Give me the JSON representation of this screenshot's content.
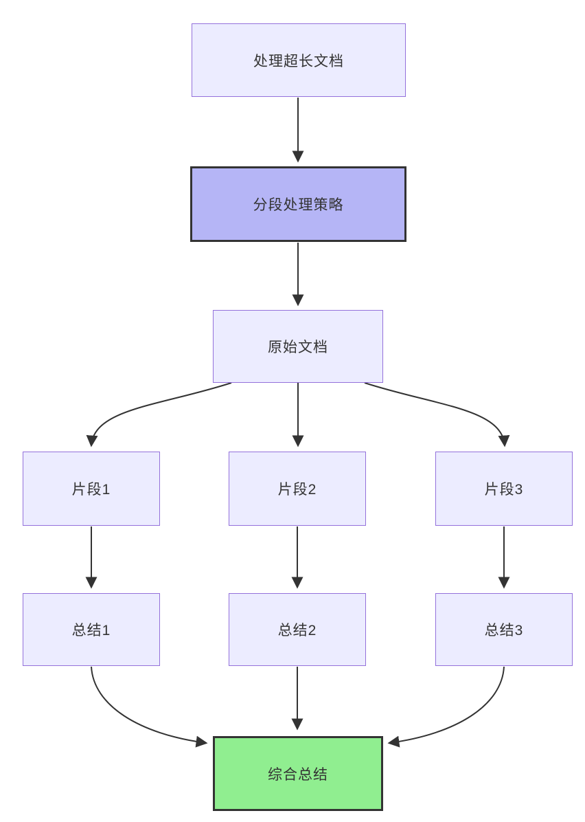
{
  "diagram": {
    "type": "flowchart",
    "direction": "top-down",
    "background": "#FFFFFF",
    "nodes": [
      {
        "id": "A",
        "label": "处理超长文档",
        "style": "default"
      },
      {
        "id": "B",
        "label": "分段处理策略",
        "style": "emphasis"
      },
      {
        "id": "C",
        "label": "原始文档",
        "style": "default"
      },
      {
        "id": "D1",
        "label": "片段1",
        "style": "default"
      },
      {
        "id": "D2",
        "label": "片段2",
        "style": "default"
      },
      {
        "id": "D3",
        "label": "片段3",
        "style": "default"
      },
      {
        "id": "E1",
        "label": "总结1",
        "style": "default"
      },
      {
        "id": "E2",
        "label": "总结2",
        "style": "default"
      },
      {
        "id": "E3",
        "label": "总结3",
        "style": "default"
      },
      {
        "id": "F",
        "label": "综合总结",
        "style": "success"
      }
    ],
    "edges": [
      {
        "from": "A",
        "to": "B"
      },
      {
        "from": "B",
        "to": "C"
      },
      {
        "from": "C",
        "to": "D1"
      },
      {
        "from": "C",
        "to": "D2"
      },
      {
        "from": "C",
        "to": "D3"
      },
      {
        "from": "D1",
        "to": "E1"
      },
      {
        "from": "D2",
        "to": "E2"
      },
      {
        "from": "D3",
        "to": "E3"
      },
      {
        "from": "E1",
        "to": "F"
      },
      {
        "from": "E2",
        "to": "F"
      },
      {
        "from": "E3",
        "to": "F"
      }
    ],
    "colors": {
      "node_fill": "#ECECFF",
      "node_border": "#9370DB",
      "emphasis_fill": "#B5B5F6",
      "emphasis_border": "#333333",
      "success_fill": "#90EE90",
      "success_border": "#333333",
      "edge_stroke": "#333333",
      "text_color": "#333333"
    }
  }
}
